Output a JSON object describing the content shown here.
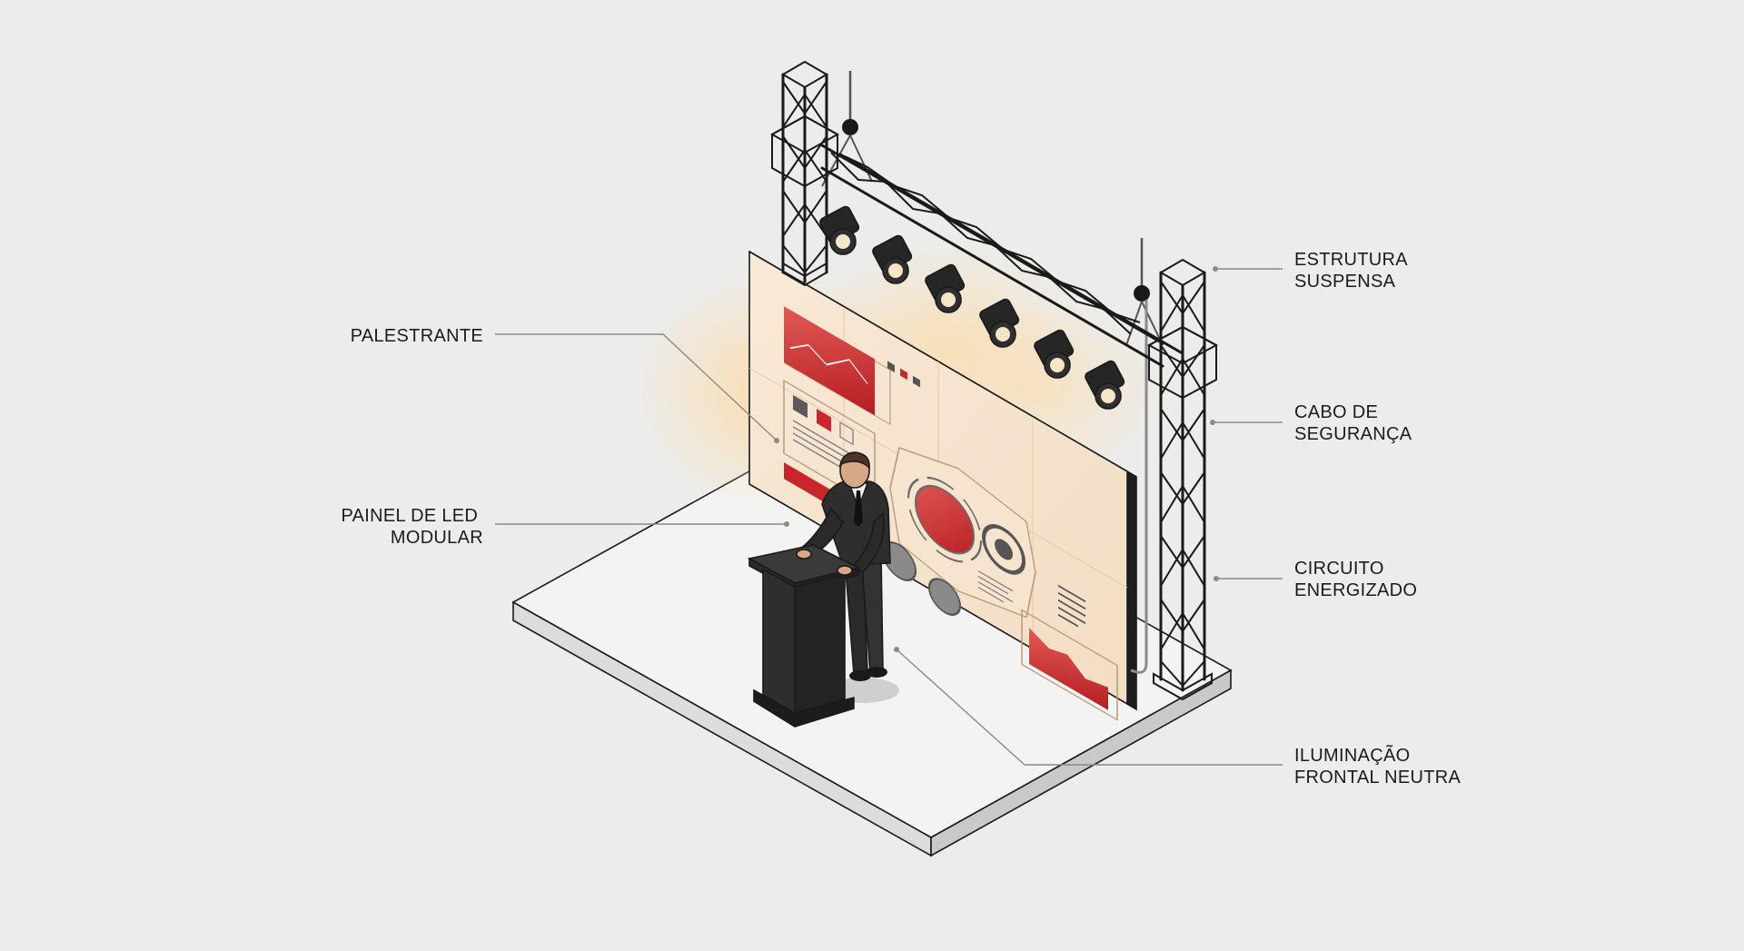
{
  "labels": {
    "speaker": "PALESTRANTE",
    "led_panel": [
      "PAINEL DE LED",
      "MODULAR"
    ],
    "suspended_structure": [
      "ESTRUTURA",
      "SUSPENSA"
    ],
    "safety_cable": [
      "CABO DE",
      "SEGURANÇA"
    ],
    "energized_circuit": [
      "CIRCUITO",
      "ENERGIZADO"
    ],
    "front_lighting": [
      "ILUMINAÇÃO",
      "FRONTAL NEUTRA"
    ]
  },
  "colors": {
    "background": "#ececea",
    "truss": "#1a1a1a",
    "panel_glow": "#f6e6d2",
    "accent_red": "#c8262a",
    "floor_top": "#f3f3f2",
    "floor_side": "#d4d4d2"
  }
}
